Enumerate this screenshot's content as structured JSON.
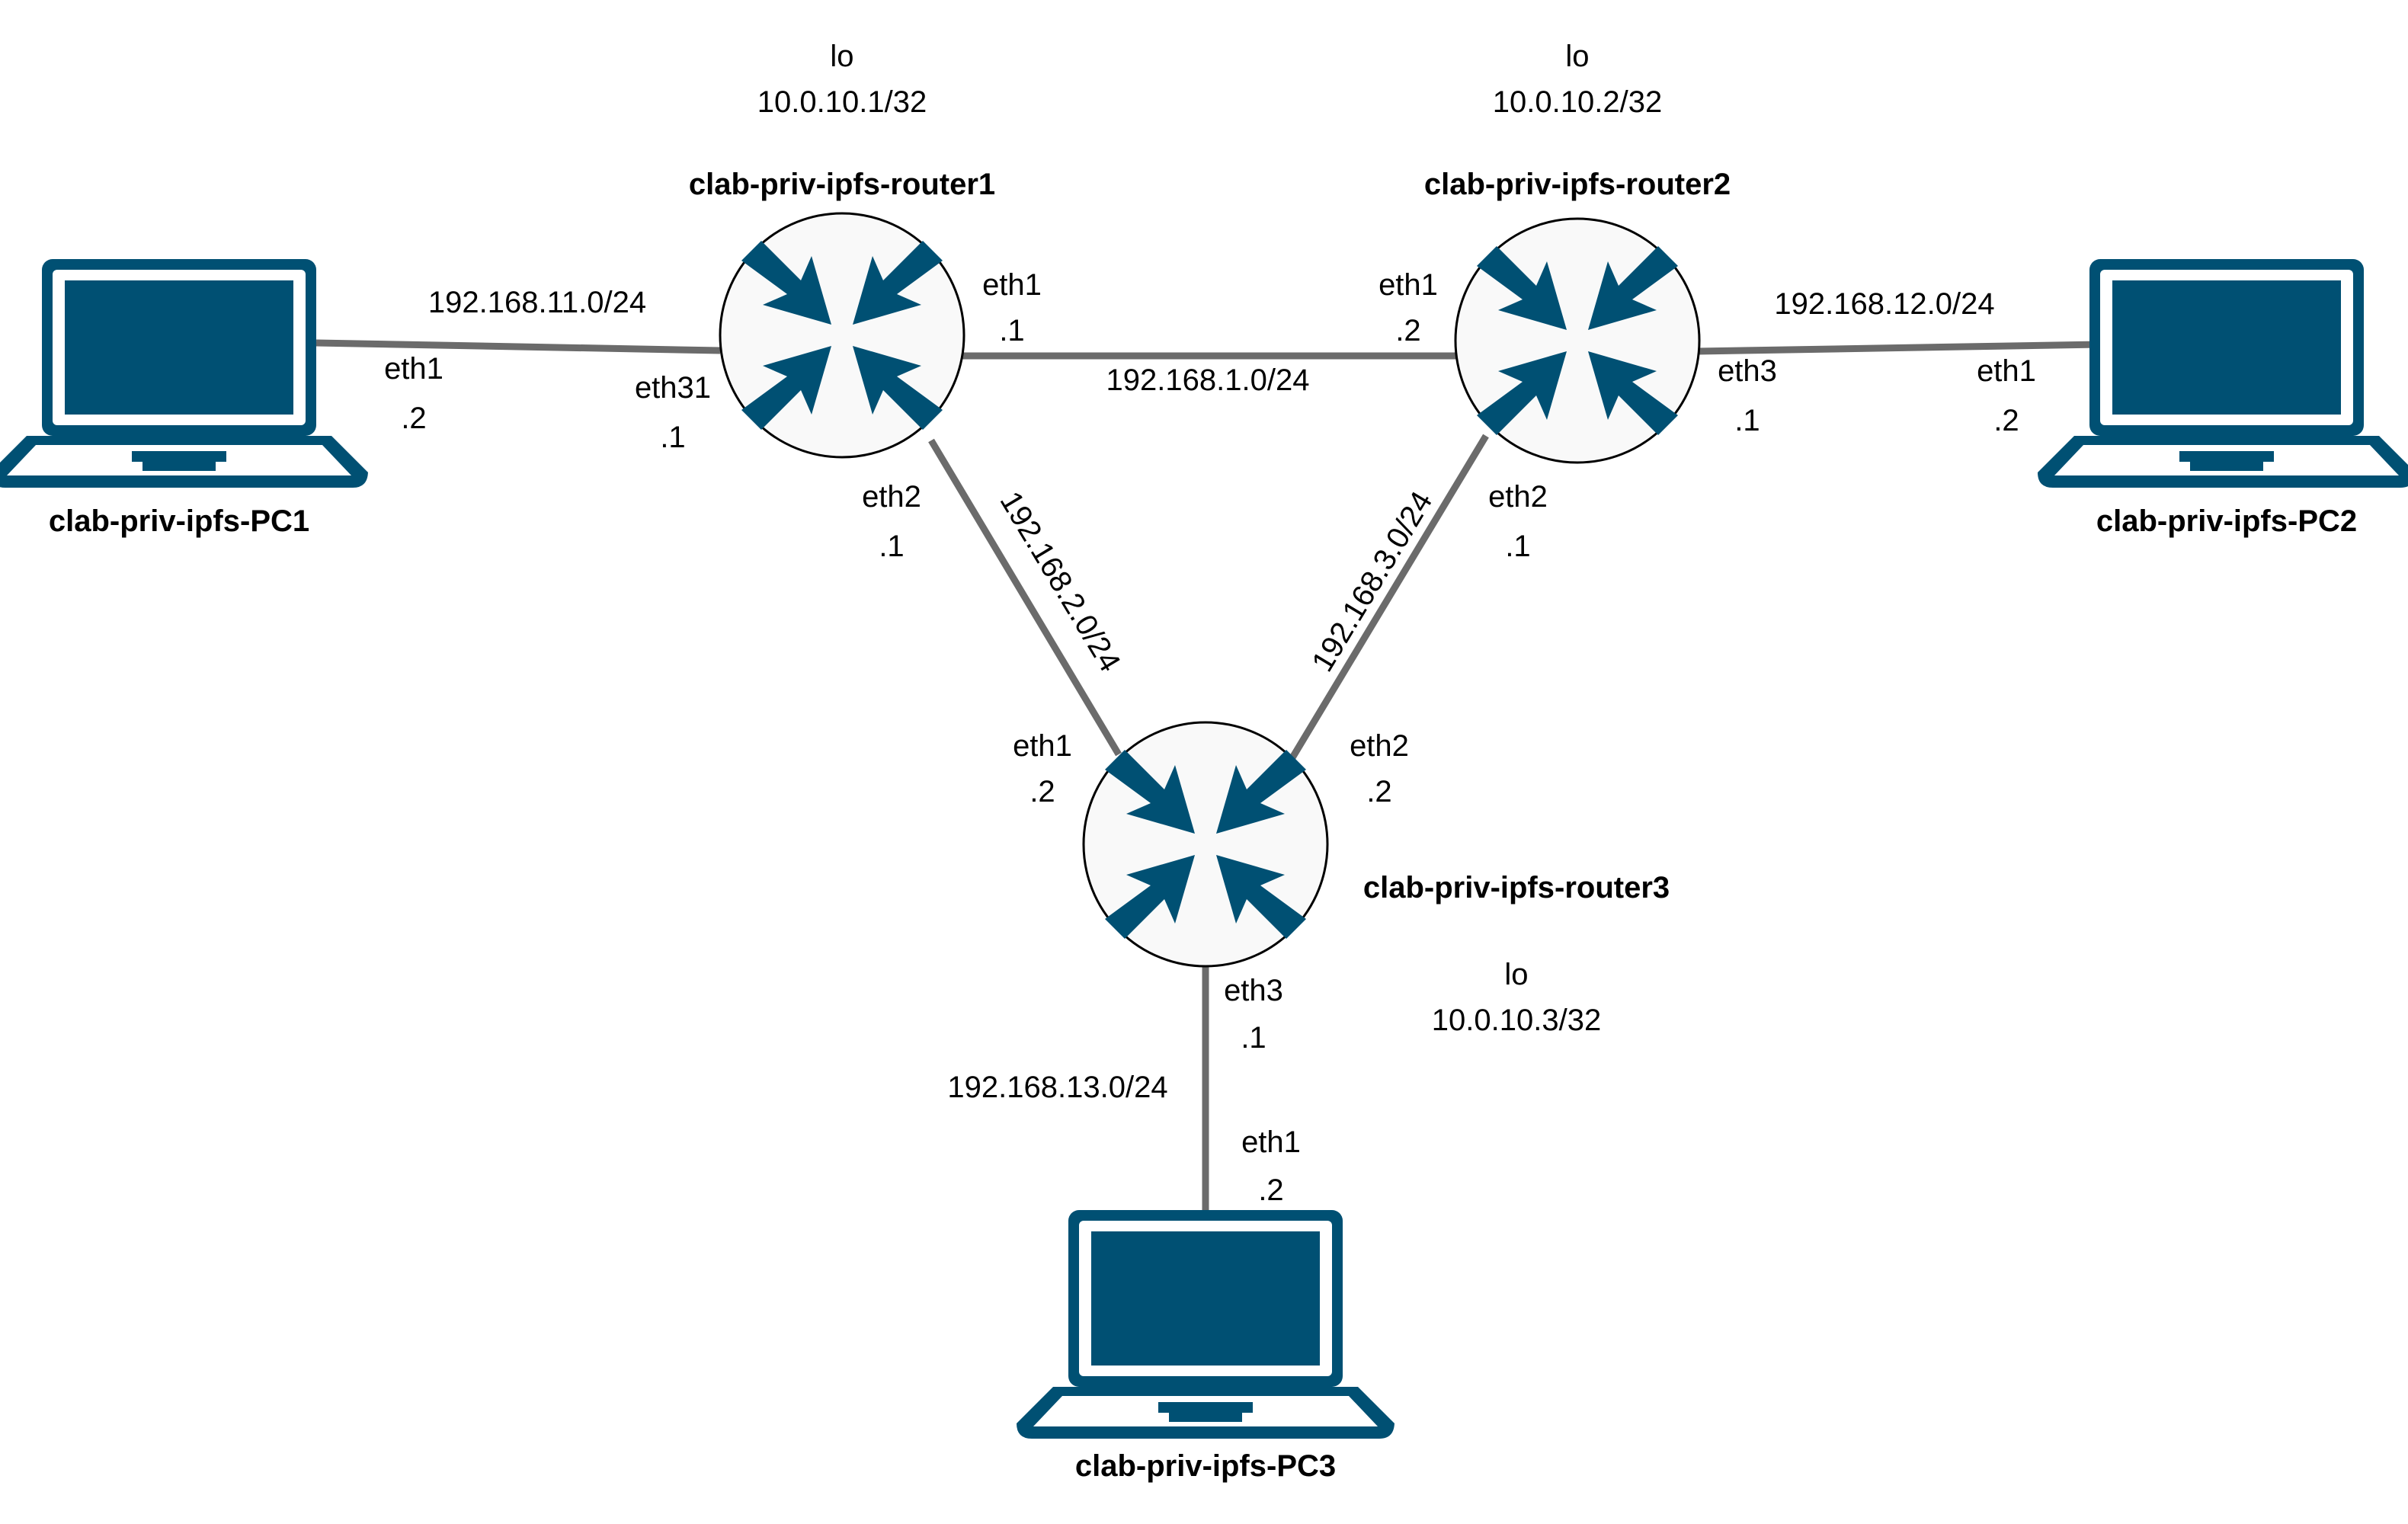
{
  "colors": {
    "icon": "#005073",
    "link": "#6b6b6b",
    "router_fill": "#f9f9f9",
    "router_stroke": "#000000",
    "text": "#000000"
  },
  "nodes": {
    "router1": {
      "name": "clab-priv-ipfs-router1",
      "icon": "router-icon",
      "lo_label": "lo",
      "lo_addr": "10.0.10.1/32"
    },
    "router2": {
      "name": "clab-priv-ipfs-router2",
      "icon": "router-icon",
      "lo_label": "lo",
      "lo_addr": "10.0.10.2/32"
    },
    "router3": {
      "name": "clab-priv-ipfs-router3",
      "icon": "router-icon",
      "lo_label": "lo",
      "lo_addr": "10.0.10.3/32"
    },
    "pc1": {
      "name": "clab-priv-ipfs-PC1",
      "icon": "laptop-icon"
    },
    "pc2": {
      "name": "clab-priv-ipfs-PC2",
      "icon": "laptop-icon"
    },
    "pc3": {
      "name": "clab-priv-ipfs-PC3",
      "icon": "laptop-icon"
    }
  },
  "links": {
    "pc1_r1": {
      "subnet": "192.168.11.0/24",
      "pc_if": "eth1",
      "pc_ip": ".2",
      "r_if": "eth31",
      "r_ip": ".1"
    },
    "r1_r2": {
      "subnet": "192.168.1.0/24",
      "r1_if": "eth1",
      "r1_ip": ".1",
      "r2_if": "eth1",
      "r2_ip": ".2"
    },
    "r2_pc2": {
      "subnet": "192.168.12.0/24",
      "r_if": "eth3",
      "r_ip": ".1",
      "pc_if": "eth1",
      "pc_ip": ".2"
    },
    "r1_r3": {
      "subnet": "192.168.2.0/24",
      "r1_if": "eth2",
      "r1_ip": ".1",
      "r3_if": "eth1",
      "r3_ip": ".2"
    },
    "r2_r3": {
      "subnet": "192.168.3.0/24",
      "r2_if": "eth2",
      "r2_ip": ".1",
      "r3_if": "eth2",
      "r3_ip": ".2"
    },
    "r3_pc3": {
      "subnet": "192.168.13.0/24",
      "r_if": "eth3",
      "r_ip": ".1",
      "pc_if": "eth1",
      "pc_ip": ".2"
    }
  }
}
